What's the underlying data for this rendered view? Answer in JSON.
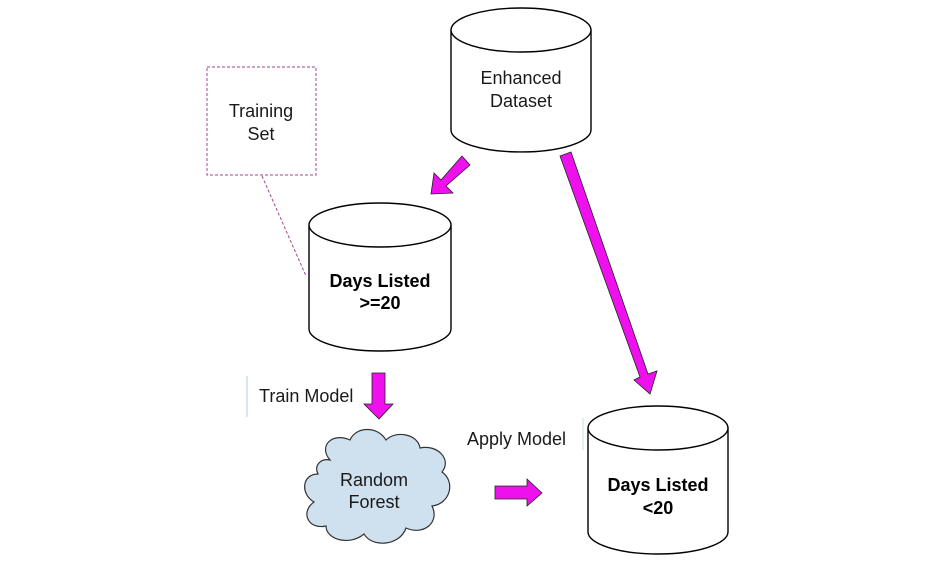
{
  "nodes": {
    "enhanced_dataset": {
      "line1": "Enhanced",
      "line2": "Dataset"
    },
    "training_set_note": {
      "line1": "Training",
      "line2": "Set"
    },
    "days_listed_ge20": {
      "line1": "Days Listed",
      "line2": ">=20"
    },
    "random_forest": {
      "line1": "Random",
      "line2": "Forest"
    },
    "days_listed_lt20": {
      "line1": "Days Listed",
      "line2": "<20"
    }
  },
  "edge_labels": {
    "train_model": "Train Model",
    "apply_model": "Apply Model"
  },
  "colors": {
    "arrow_fill": "#ee11ee",
    "cloud_fill": "#cfe0ef",
    "note_border": "#a0468f",
    "label_rule": "#c5e0e4"
  }
}
